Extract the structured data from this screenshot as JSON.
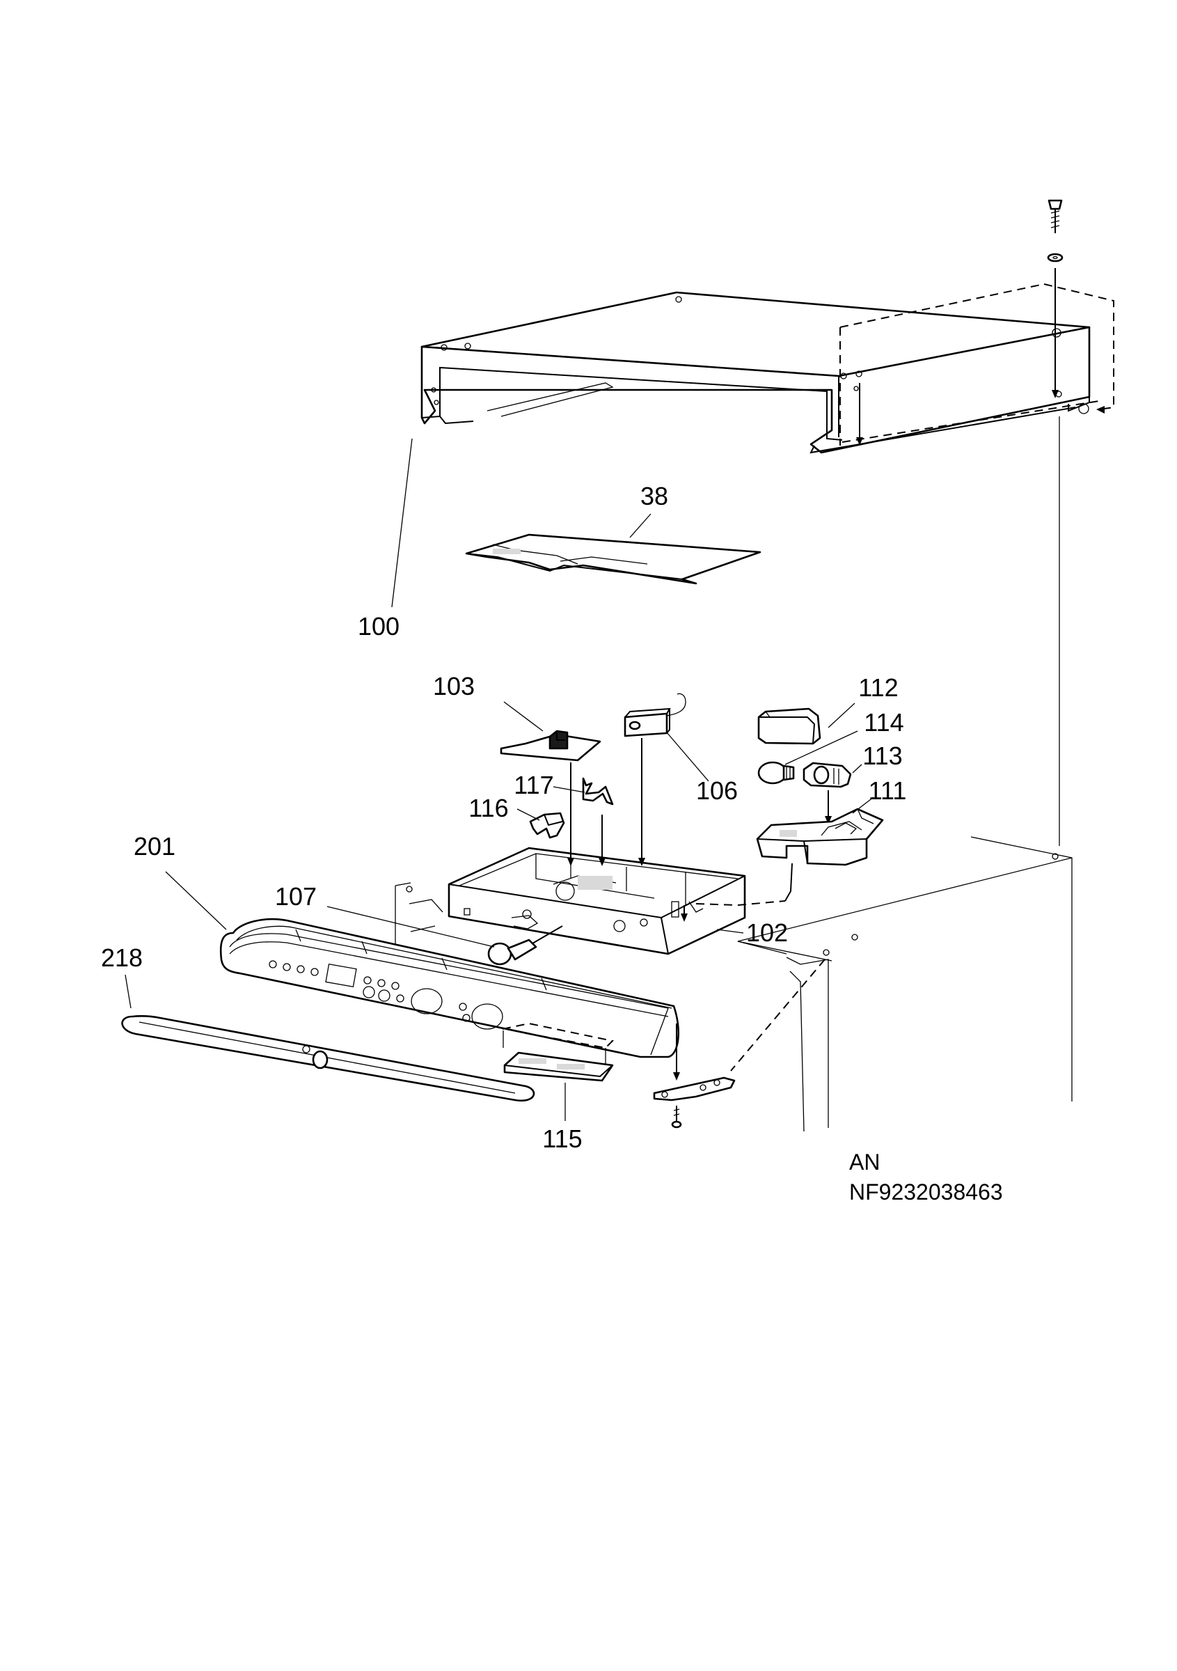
{
  "labels": {
    "p38": "38",
    "p100": "100",
    "p103": "103",
    "p112": "112",
    "p114": "114",
    "p113": "113",
    "p111": "111",
    "p117": "117",
    "p106": "106",
    "p116": "116",
    "p201": "201",
    "p107": "107",
    "p102": "102",
    "p218": "218",
    "p115": "115"
  },
  "footer": {
    "variant": "AN",
    "code": "NF9232038463"
  }
}
